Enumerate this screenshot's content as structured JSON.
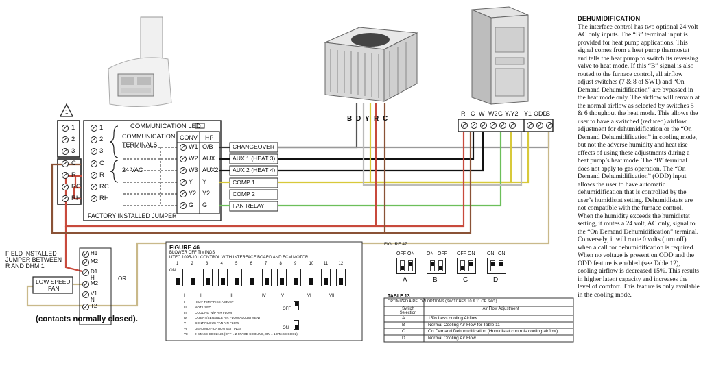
{
  "thermostat": {
    "caution_number": "1",
    "terminals_left": [
      "1",
      "2",
      "3",
      "C",
      "R",
      "RC",
      "RH"
    ],
    "communication_led": "COMMUNICATION LED",
    "communication_terminals": [
      "COMMUNICATION",
      "TERMINALS"
    ],
    "vac_label": "24 VAC",
    "conv_header": "CONV",
    "hp_header": "HP",
    "conv_terms": [
      "W1",
      "W2",
      "W3",
      "Y",
      "Y2",
      "G"
    ],
    "hp_terms": [
      "O/B",
      "AUX",
      "AUX2",
      "Y",
      "Y2",
      "G"
    ],
    "factory_jumper": "FACTORY INSTALLED JUMPER"
  },
  "signals": [
    "CHANGEOVER",
    "AUX 1 (HEAT 3)",
    "AUX 2 (HEAT 4)",
    "COMP 1",
    "COMP 2",
    "FAN RELAY"
  ],
  "outdoor_unit_terminals": [
    "B",
    "D",
    "Y",
    "R",
    "C"
  ],
  "furnace_terminals": [
    "R",
    "C",
    "W",
    "W2",
    "G",
    "Y/Y2",
    "Y1",
    "ODD",
    "B"
  ],
  "field_jumper_note": [
    "FIELD INSTALLED",
    "JUMPER BETWEEN",
    "R AND DHM 1"
  ],
  "low_speed_fan": [
    "LOW SPEED",
    "FAN"
  ],
  "relay_terminals": [
    "H1",
    "M2",
    "D1",
    "H",
    "M2",
    "V1",
    "N",
    "T2"
  ],
  "relay_or": "OR",
  "contacts_note": "(contacts normally closed).",
  "figure46": {
    "title": "FIGURE 46",
    "subtitle1": "BLOWER OFF TIMINGS",
    "subtitle2": "UTEC 1095-101 CONTROL WITH INTERFACE BOARD AND ECM MOTOR",
    "switch_numbers": [
      "1",
      "2",
      "3",
      "4",
      "5",
      "6",
      "7",
      "8",
      "9",
      "10",
      "11",
      "12"
    ],
    "on_label": "ON",
    "group_labels": [
      "I",
      "II",
      "III",
      "IV",
      "V",
      "VI",
      "VII"
    ],
    "legend": [
      "HEAT TEMP RISE ADJUST",
      "NOT USED",
      "COOLING W/P AIR FLOW",
      "LATENT/SENSIBLE AIR FLOW ADJUSTMENT",
      "CONTINUOUS FAN AIR FLOW",
      "DEHUMIDIFICATION SETTINGS",
      "2 STAGE COOLING (OFF = 2 STAGE COOLING, ON = 1 STAGE COOL)"
    ],
    "legend_nums": [
      "I",
      "III",
      "III",
      "IV",
      "V",
      "VI",
      "VII"
    ],
    "off_label": "OFF",
    "on2_label": "ON"
  },
  "figure47": {
    "title": "FIGURE 47",
    "switch_sets": [
      {
        "left": "OFF",
        "right": "ON",
        "letter": "A"
      },
      {
        "left": "ON",
        "right": "OFF",
        "letter": "B"
      },
      {
        "left": "OFF",
        "right": "ON",
        "letter": "C"
      },
      {
        "left": "ON",
        "right": "ON",
        "letter": "D"
      }
    ]
  },
  "table13": {
    "title": "TABLE 13",
    "subtitle": "OPTIMIZED AIRFLOW OPTIONS (SWITCHES 10 & 11 OF SW1)",
    "col_headers": [
      "Switch Selection",
      "Air Flow Adjustment"
    ],
    "rows": [
      [
        "A",
        "15% Less cooling Airflow"
      ],
      [
        "B",
        "Normal Cooling Air Flow for Table 11"
      ],
      [
        "C",
        "On Demand Dehumidification (Humidistat controls cooling airflow)"
      ],
      [
        "D",
        "Normal Cooling Air Flow"
      ]
    ]
  },
  "dehumidification": {
    "heading": "DEHUMIDIFICATION",
    "body": "The interface control has two optional 24 volt AC only inputs. The “B” terminal input is provided for heat pump applications. This signal comes from a heat pump thermostat and tells the heat pump to switch its reversing valve to heat mode. If this “B” signal is also routed to the furnace control, all airflow adjust switches (7 & 8 of SW1) and “On Demand Dehumidification” are bypassed in the heat mode only. The airflow will remain at the normal airflow as selected by switches 5 & 6 thoughout the heat mode. This allows the user to have a switched (reduced) airflow adjustment for dehumidification or the “On Demand Dehumidification” in cooling mode, but not the adverse humidity and heat rise effects of using these adjustments during a heat pump’s heat mode. The “B” terminal does not apply to gas operation. The “On Demand Dehumidification” (ODD) input allows the user to have automatic dehumidification that is controlled by the user’s humidistat setting. Dehumidistats are not compatible with the furnace control. When the humidity exceeds the humidistat setting, it routes a 24 volt, AC only, signal to the “On Demand Dehumidification” terminal. Conversely, it will route 0 volts (turn off) when a call for dehumidification is required. When no voltage is present on ODD and the ODD feature is enabled (see Table 12), cooling airflow is decreased 15%. This results in higher latent capacity and increases the level of comfort. This feature is only available in the cooling mode."
  }
}
